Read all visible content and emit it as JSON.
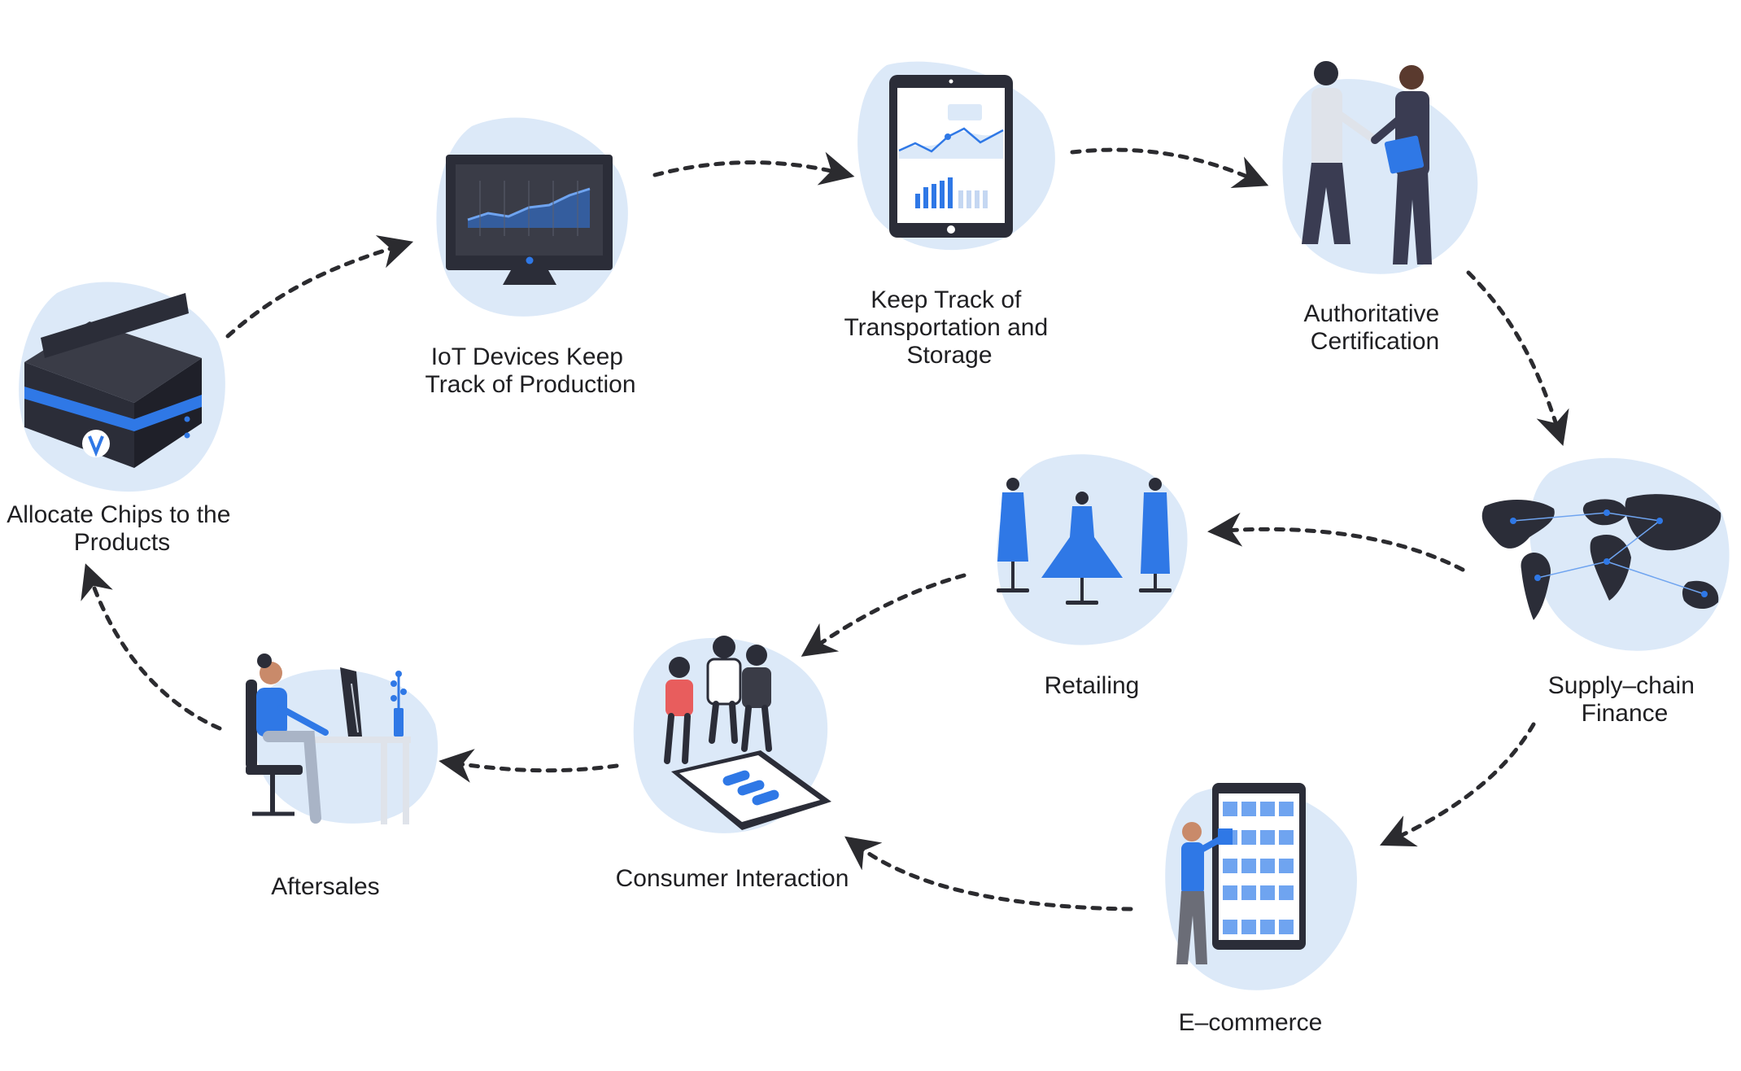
{
  "nodes": [
    {
      "id": "allocate",
      "label_lines": [
        "Allocate Chips to the",
        "Products"
      ],
      "icon": "chip-box-icon"
    },
    {
      "id": "iot",
      "label_lines": [
        "IoT Devices Keep",
        "Track of Production"
      ],
      "icon": "monitor-chart-icon"
    },
    {
      "id": "transport",
      "label_lines": [
        "Keep Track of",
        "Transportation and",
        "Storage"
      ],
      "icon": "tablet-analytics-icon"
    },
    {
      "id": "certification",
      "label_lines": [
        "Authoritative",
        "Certification"
      ],
      "icon": "handshake-icon"
    },
    {
      "id": "finance",
      "label_lines": [
        "Supply–chain",
        "Finance"
      ],
      "icon": "world-map-icon"
    },
    {
      "id": "ecommerce",
      "label_lines": [
        "E–commerce"
      ],
      "icon": "phone-shopping-icon"
    },
    {
      "id": "consumer",
      "label_lines": [
        "Consumer Interaction"
      ],
      "icon": "people-phone-icon"
    },
    {
      "id": "aftersales",
      "label_lines": [
        "Aftersales"
      ],
      "icon": "person-desk-icon"
    },
    {
      "id": "retailing",
      "label_lines": [
        "Retailing"
      ],
      "icon": "mannequins-icon"
    }
  ],
  "colors": {
    "blob": "#dce9f8",
    "accent": "#2f78e6",
    "dark": "#2b2d38",
    "text": "#1f1f22",
    "arrow": "#2b2b2f"
  }
}
